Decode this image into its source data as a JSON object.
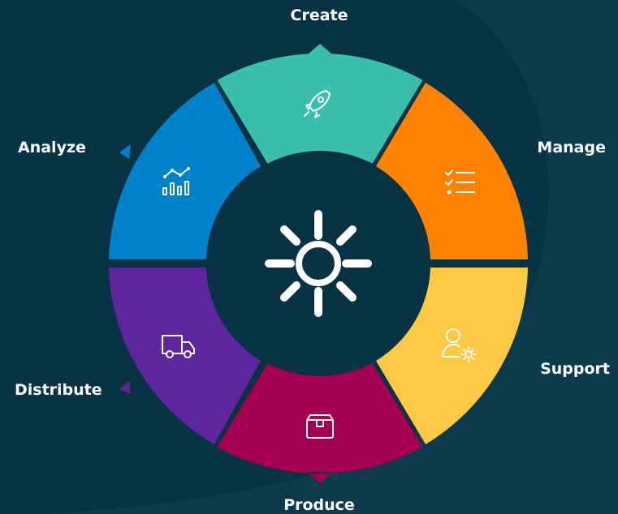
{
  "diagram": {
    "segments": [
      {
        "id": "create",
        "label": "Create",
        "color": "#3bbfad",
        "icon": "rocket-icon"
      },
      {
        "id": "manage",
        "label": "Manage",
        "color": "#ff8200",
        "icon": "checklist-icon"
      },
      {
        "id": "support",
        "label": "Support",
        "color": "#ffc845",
        "icon": "user-gear-icon"
      },
      {
        "id": "produce",
        "label": "Produce",
        "color": "#a50050",
        "icon": "box-icon"
      },
      {
        "id": "distribute",
        "label": "Distribute",
        "color": "#5f259f",
        "icon": "truck-icon"
      },
      {
        "id": "analyze",
        "label": "Analyze",
        "color": "#0082ca",
        "icon": "analytics-icon"
      }
    ],
    "center_icon": "sunburst-logo-icon",
    "colors": {
      "background": "#083344",
      "background_swoosh": "#0e3a4d",
      "center": "#083344"
    }
  }
}
